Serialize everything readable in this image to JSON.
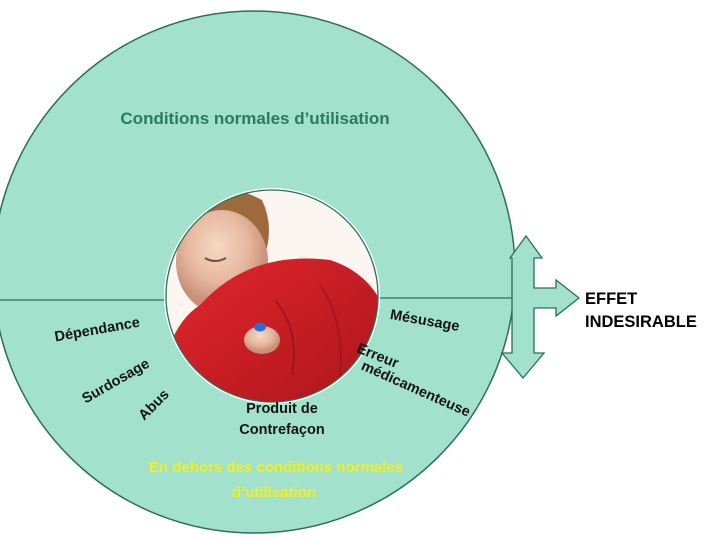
{
  "diagram": {
    "top_label": "Conditions normales d’utilisation",
    "bottom_label_line1": "En dehors des conditions normales",
    "bottom_label_line2": "d’utilisation",
    "labels": {
      "dependance": "Dépendance",
      "surdosage": "Surdosage",
      "abus": "Abus",
      "produit_line1": "Produit de",
      "produit_line2": "Contrefaçon",
      "mesusage": "Mésusage",
      "erreur_line1": "Erreur",
      "erreur_line2": "médicamenteuse"
    },
    "outcome_line1": "EFFET",
    "outcome_line2": "INDESIRABLE",
    "colors": {
      "ring": "#a2e2cc",
      "ring_stroke": "#2e6e5c",
      "top_text": "#2a7a62",
      "bottom_text": "#f2f01e",
      "arrow_fill": "#a2e2cc"
    },
    "center_image": "person-holding-pill-photo"
  }
}
